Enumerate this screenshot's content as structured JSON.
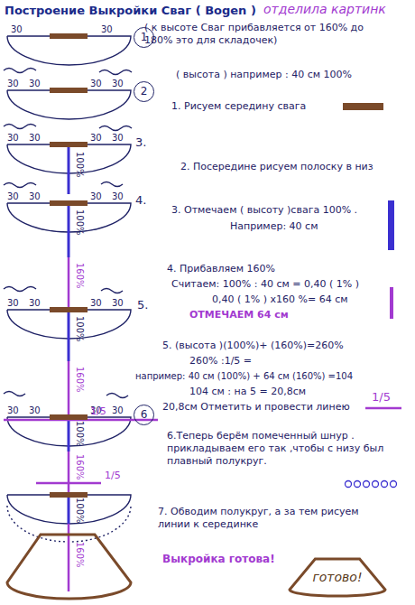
{
  "diagram": {
    "title": "Построение  Выкройки Сваг ( Bogen )",
    "nodes": [
      {
        "text": [
          "1"
        ]
      },
      {
        "text": [
          "2"
        ]
      },
      {
        "text": [
          "6"
        ]
      },
      {
        "text": [
          "готово!"
        ]
      }
    ],
    "labels": [
      "отделила картинк",
      "( к высоте Сваг прибавляется от 160% до 180% это для складочек)",
      "( высота ) например : 40 см   100%",
      "1. Рисуем середину свага",
      "2. Посередине рисуем полоску в низ",
      "3. Отмечаем ( высоту )свага 100% .",
      "Например: 40 см",
      "4. Прибавляем 160%",
      "Считаем: 100% : 40 см = 0,40 ( 1% )",
      "0,40 ( 1% ) x160 %= 64 см",
      "ОТМЕЧАЕМ 64 см",
      "5. (высота )(100%)+ (160%)=260%",
      "260% :1/5 =",
      "например: 40 см (100%) + 64 см (160%) =104",
      "104 см : на 5 = 20,8см",
      "20,8см Отметить и провести линею",
      "1/5",
      "6.Теперь берём помеченный шнур . прикладываем его так ,чтобы с низу был плавный полукруг.",
      "7. Обводим полукруг, а за тем рисуем линии к серединке",
      "Выкройка готова!",
      "30",
      "30",
      "30",
      "30",
      "30",
      "30",
      "30",
      "30",
      "30",
      "30",
      "30",
      "30",
      "30",
      "30",
      "30",
      "30",
      "30",
      "30",
      "30",
      "30",
      "30",
      "30",
      "3.",
      "4.",
      "5.",
      "100%",
      "100%",
      "100%",
      "100%",
      "100%",
      "160%",
      "160%",
      "160%",
      "160%",
      "1/5",
      "1/5"
    ]
  }
}
